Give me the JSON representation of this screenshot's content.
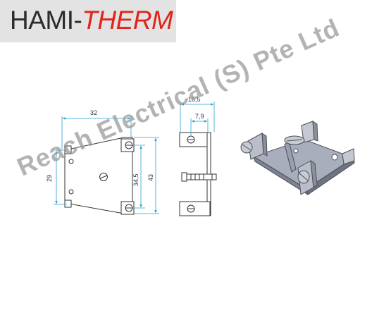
{
  "logo": {
    "part1": "HAMI-",
    "part2": "THERM"
  },
  "dimensions": {
    "front_width": "32",
    "front_height": "29",
    "front_hole_spacing": "34,5",
    "front_overall_height": "43",
    "side_width": "16,5",
    "side_offset": "7,9"
  },
  "watermark": "Reach Electrical (S) Pte Ltd",
  "colors": {
    "dimension_line": "#2a9fd6",
    "logo_red": "#e2231a",
    "logo_dark": "#2b2b2b"
  }
}
